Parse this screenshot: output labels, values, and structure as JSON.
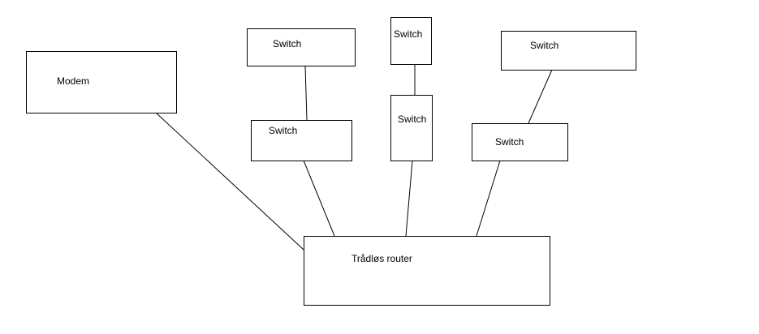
{
  "diagram": {
    "background_color": "#ffffff",
    "stroke_color": "#000000",
    "text_color": "#000000",
    "nodes": {
      "modem": {
        "label": "Modem"
      },
      "switch_left_upper": {
        "label": "Switch"
      },
      "switch_left_lower": {
        "label": "Switch"
      },
      "switch_middle_upper": {
        "label": "Switch"
      },
      "switch_middle_lower": {
        "label": "Switch"
      },
      "switch_right_upper": {
        "label": "Switch"
      },
      "switch_right_lower": {
        "label": "Switch"
      },
      "router": {
        "label": "Trådløs router"
      }
    },
    "connections": [
      {
        "from": "modem",
        "to": "router"
      },
      {
        "from": "switch_left_upper",
        "to": "switch_left_lower"
      },
      {
        "from": "switch_left_lower",
        "to": "router"
      },
      {
        "from": "switch_middle_upper",
        "to": "switch_middle_lower"
      },
      {
        "from": "switch_middle_lower",
        "to": "router"
      },
      {
        "from": "switch_right_upper",
        "to": "switch_right_lower"
      },
      {
        "from": "switch_right_lower",
        "to": "router"
      }
    ]
  }
}
